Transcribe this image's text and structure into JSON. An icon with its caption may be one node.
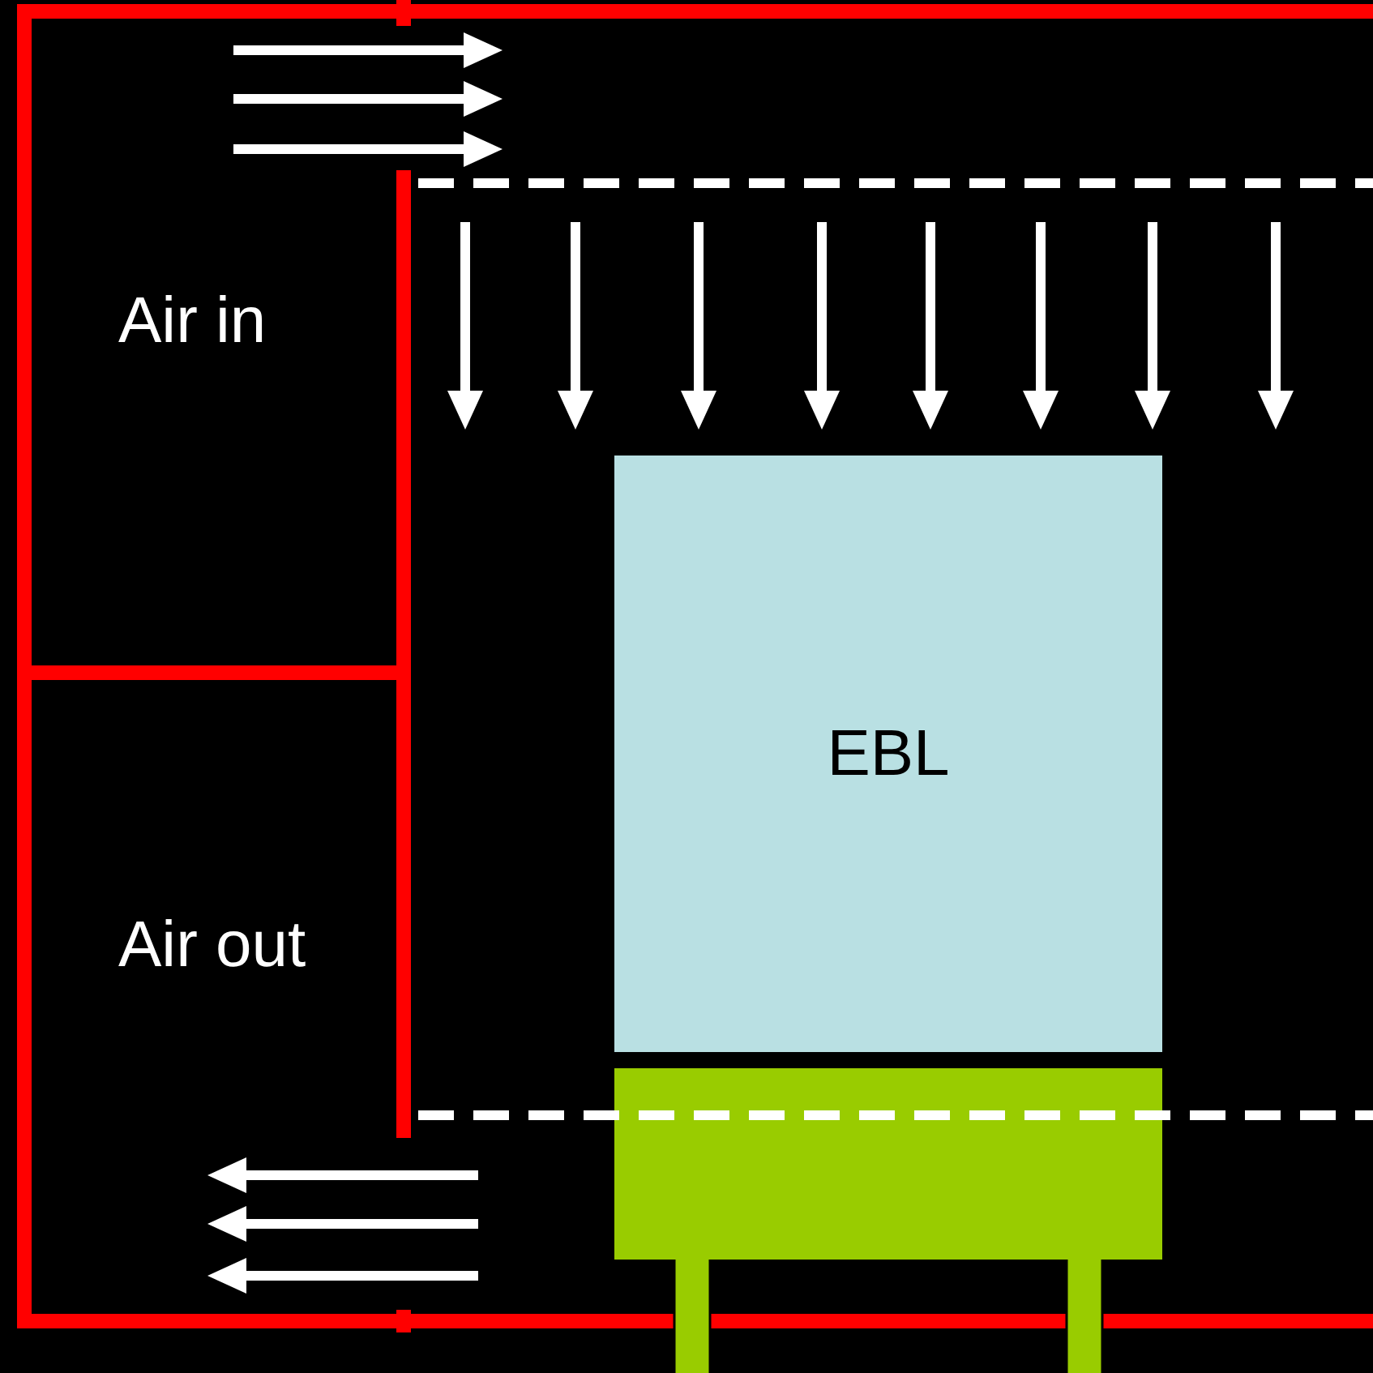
{
  "diagram": {
    "nodes": [
      {
        "text": [
          "EBL"
        ]
      },
      {
        "text": [],
        "shape": "box"
      }
    ],
    "labels": [
      "Air in",
      "Air out"
    ]
  }
}
